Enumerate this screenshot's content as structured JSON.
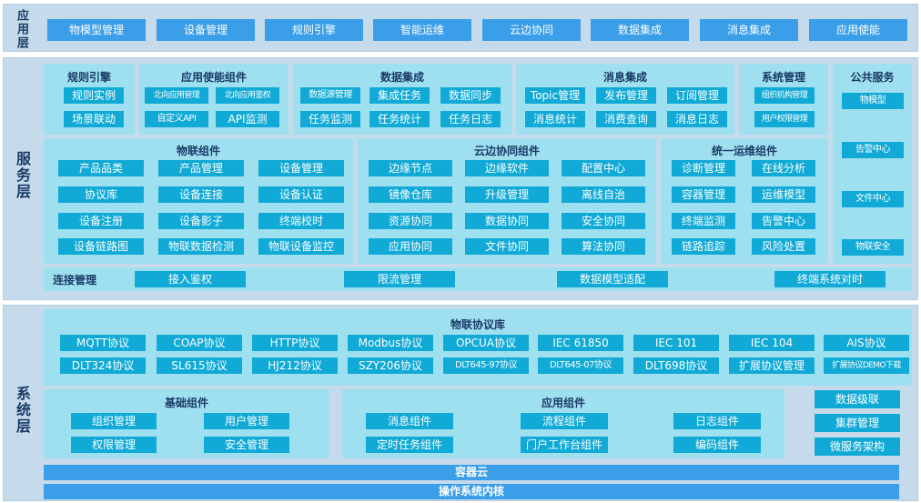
{
  "layers": {
    "app": {
      "label": "应用层",
      "items": [
        "物模型管理",
        "设备管理",
        "规则引擎",
        "智能运维",
        "云边协同",
        "数据集成",
        "消息集成",
        "应用使能"
      ]
    },
    "service": {
      "label": "服务层",
      "rule_engine": {
        "title": "规则引擎",
        "items": [
          "规则实例",
          "场景联动"
        ]
      },
      "app_enable": {
        "title": "应用使能组件",
        "items": [
          "北向应用管理",
          "北向应用鉴权",
          "自定义API",
          "API监测"
        ]
      },
      "data_integration": {
        "title": "数据集成",
        "items": [
          "数据源管理",
          "集成任务",
          "数据同步",
          "任务监测",
          "任务统计",
          "任务日志"
        ]
      },
      "msg_integration": {
        "title": "消息集成",
        "items": [
          "Topic管理",
          "发布管理",
          "订阅管理",
          "消息统计",
          "消费查询",
          "消息日志"
        ]
      },
      "sys_mgmt": {
        "title": "系统管理",
        "items": [
          "组织机构管理",
          "用户权限管理"
        ]
      },
      "public_service": {
        "title": "公共服务",
        "items": [
          "物模型",
          "告警中心",
          "文件中心",
          "物联安全"
        ]
      },
      "iot": {
        "title": "物联组件",
        "items": [
          "产品品类",
          "产品管理",
          "设备管理",
          "协议库",
          "设备连接",
          "设备认证",
          "设备注册",
          "设备影子",
          "终端校时",
          "设备链路图",
          "物联数据检测",
          "物联设备监控"
        ]
      },
      "cloud_edge": {
        "title": "云边协同组件",
        "items": [
          "边缘节点",
          "边缘软件",
          "配置中心",
          "镜像仓库",
          "升级管理",
          "离线自治",
          "资源协同",
          "数据协同",
          "安全协同",
          "应用协同",
          "文件协同",
          "算法协同"
        ]
      },
      "ops": {
        "title": "统一运维组件",
        "items": [
          "诊断管理",
          "在线分析",
          "容器管理",
          "运维模型",
          "终端监测",
          "告警中心",
          "链路追踪",
          "风险处置"
        ]
      },
      "connection": {
        "title": "连接管理",
        "items": [
          "接入鉴权",
          "限流管理",
          "数据模型适配",
          "终端系统对时"
        ]
      }
    },
    "system": {
      "label": "系统层",
      "protocols": {
        "title": "物联协议库",
        "items": [
          "MQTT协议",
          "COAP协议",
          "HTTP协议",
          "Modbus协议",
          "OPCUA协议",
          "IEC 61850",
          "IEC 101",
          "IEC 104",
          "AIS协议",
          "DLT324协议",
          "SL615协议",
          "HJ212协议",
          "SZY206协议",
          "DLT645-97协议",
          "DLT645-07协议",
          "DLT698协议",
          "扩展协议管理",
          "扩展协议DEMO下载"
        ]
      },
      "base": {
        "title": "基础组件",
        "items": [
          "组织管理",
          "用户管理",
          "权限管理",
          "安全管理"
        ]
      },
      "app_comp": {
        "title": "应用组件",
        "items": [
          "消息组件",
          "流程组件",
          "日志组件",
          "定时任务组件",
          "门户工作台组件",
          "编码组件"
        ]
      },
      "right": [
        "数据级联",
        "集群管理",
        "微服务架构"
      ],
      "container": "容器云",
      "os": "操作系统内核"
    }
  },
  "colors": {
    "button": "#11aad6",
    "bar": "#3a9ee8",
    "panel": "#9fe0f0",
    "layer": "#c5daea",
    "title": "#1a3a66"
  }
}
